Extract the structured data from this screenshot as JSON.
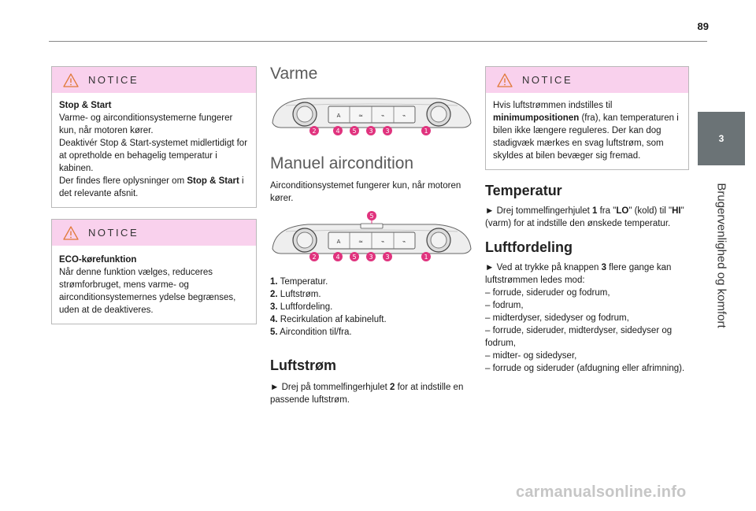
{
  "page": {
    "number": "89"
  },
  "side_tab": {
    "chapter": "3",
    "title": "Brugervenlighed og komfort"
  },
  "notice1": {
    "label": "NOTICE",
    "title": "Stop & Start",
    "line1": "Varme- og airconditionsystemerne fungerer kun, når motoren kører.",
    "line2": "Deaktivér Stop & Start-systemet midlertidigt for at opretholde en behagelig temperatur i kabinen.",
    "line3_pre": "Der findes flere oplysninger om ",
    "line3_bold": "Stop & Start",
    "line3_post": " i det relevante afsnit."
  },
  "notice2": {
    "label": "NOTICE",
    "title": "ECO-kørefunktion",
    "text": "Når denne funktion vælges, reduceres strømforbruget, mens varme- og airconditionsystemernes ydelse begrænses, uden at de deaktiveres."
  },
  "varme": {
    "heading": "Varme",
    "callouts": [
      "2",
      "4",
      "5",
      "3",
      "3",
      "1"
    ]
  },
  "manuel": {
    "heading": "Manuel aircondition",
    "intro": "Airconditionsystemet fungerer kun, når motoren kører.",
    "callouts": [
      "5",
      "2",
      "4",
      "5",
      "3",
      "3",
      "1"
    ],
    "list": [
      {
        "n": "1.",
        "label": "Temperatur."
      },
      {
        "n": "2.",
        "label": "Luftstrøm."
      },
      {
        "n": "3.",
        "label": "Luftfordeling."
      },
      {
        "n": "4.",
        "label": "Recirkulation af kabineluft."
      },
      {
        "n": "5.",
        "label": "Aircondition til/fra."
      }
    ]
  },
  "luftstrom": {
    "heading": "Luftstrøm",
    "pre": "► Drej på tommelfingerhjulet ",
    "bold": "2",
    "post": " for at indstille en passende luftstrøm."
  },
  "notice3": {
    "label": "NOTICE",
    "pre": "Hvis luftstrømmen indstilles til ",
    "bold": "minimumpositionen",
    "post": " (fra), kan temperaturen i bilen ikke længere reguleres. Der kan dog stadigvæk mærkes en svag luftstrøm, som skyldes at bilen bevæger sig fremad."
  },
  "temperatur": {
    "heading": "Temperatur",
    "p1": "► Drej tommelfingerhjulet ",
    "b1": "1",
    "p2": " fra \"",
    "b2": "LO",
    "p3": "\" (kold) til \"",
    "b3": "HI",
    "p4": "\" (varm) for at indstille den ønskede temperatur."
  },
  "luftfordeling": {
    "heading": "Luftfordeling",
    "p1": "► Ved at trykke på knappen ",
    "b1": "3",
    "p2": " flere gange kan luftstrømmen ledes mod:",
    "items": [
      "– forrude, sideruder og fodrum,",
      "– fodrum,",
      "– midterdyser, sidedyser og fodrum,",
      "– forrude, sideruder, midterdyser, sidedyser og fodrum,",
      "– midter- og sidedyser,",
      "– forrude og sideruder (afdugning eller afrimning)."
    ]
  },
  "footer": {
    "watermark": "carmanualsonline.info"
  },
  "colors": {
    "notice_band": "#f9d1ed",
    "callout": "#e0337e",
    "side_tab": "#6b7376"
  }
}
